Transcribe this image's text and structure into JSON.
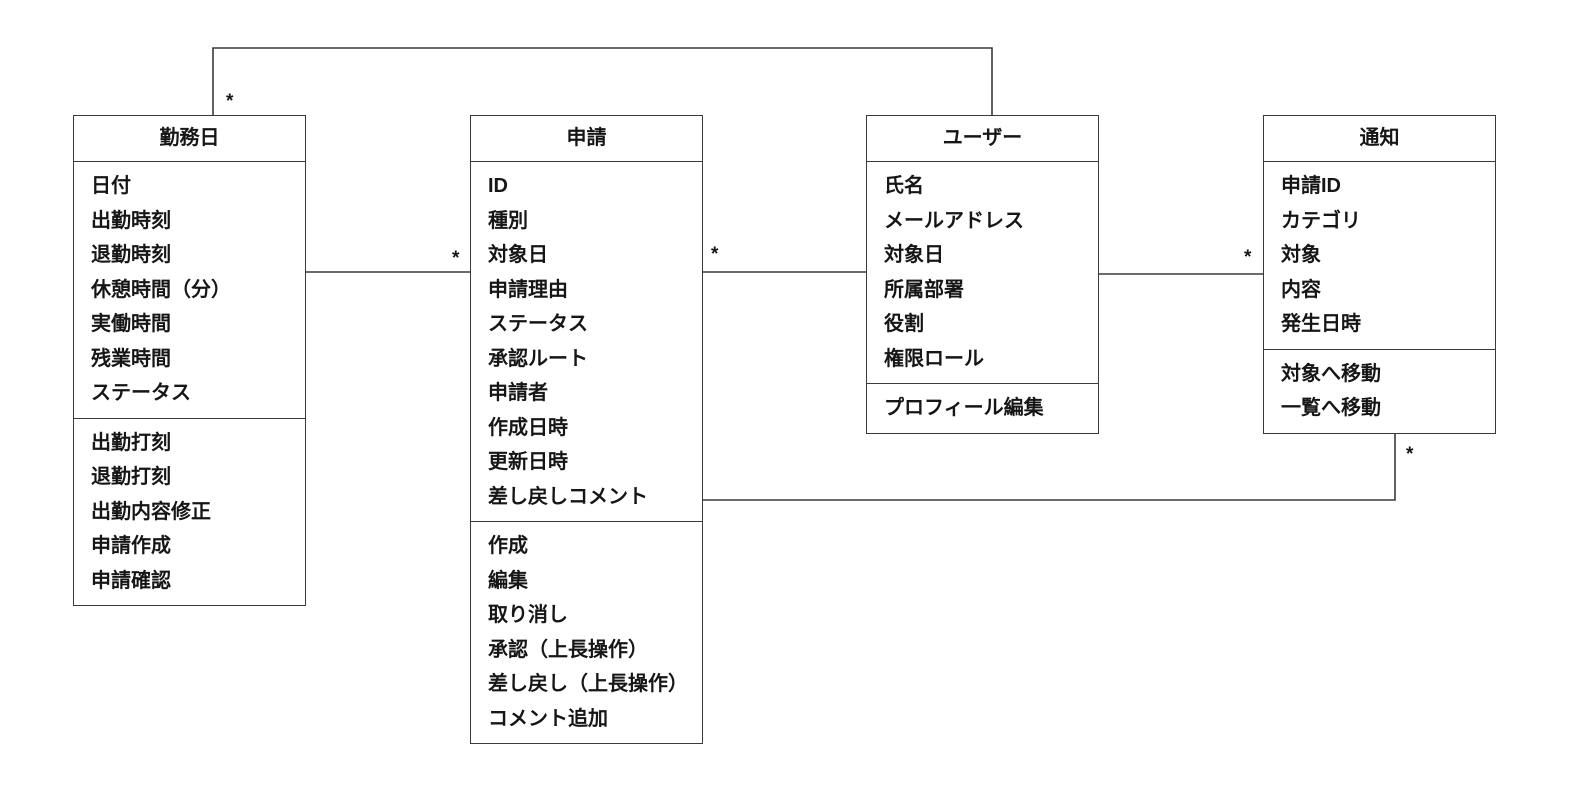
{
  "diagram": {
    "background_color": "#ffffff",
    "line_color": "#3a3a3a",
    "text_color": "#161616"
  },
  "classes": [
    {
      "id": "workday",
      "title": "勤務日",
      "attributes": [
        "日付",
        "出勤時刻",
        "退勤時刻",
        "休憩時間（分）",
        "実働時間",
        "残業時間",
        "ステータス"
      ],
      "methods": [
        "出勤打刻",
        "退勤打刻",
        "出勤内容修正",
        "申請作成",
        "申請確認"
      ]
    },
    {
      "id": "application",
      "title": "申請",
      "attributes": [
        "ID",
        "種別",
        "対象日",
        "申請理由",
        "ステータス",
        "承認ルート",
        "申請者",
        "作成日時",
        "更新日時",
        "差し戻しコメント"
      ],
      "methods": [
        "作成",
        "編集",
        "取り消し",
        "承認（上長操作）",
        "差し戻し（上長操作）",
        "コメント追加"
      ]
    },
    {
      "id": "user",
      "title": "ユーザー",
      "attributes": [
        "氏名",
        "メールアドレス",
        "対象日",
        "所属部署",
        "役割",
        "権限ロール"
      ],
      "methods": [
        "プロフィール編集"
      ]
    },
    {
      "id": "notification",
      "title": "通知",
      "attributes": [
        "申請ID",
        "カテゴリ",
        "対象",
        "内容",
        "発生日時"
      ],
      "methods": [
        "対象へ移動",
        "一覧へ移動"
      ]
    }
  ],
  "relationships": [
    {
      "from": "勤務日",
      "to": "ユーザー",
      "multiplicity": "*"
    },
    {
      "from": "勤務日",
      "to": "申請",
      "multiplicity": "*"
    },
    {
      "from": "申請",
      "to": "ユーザー",
      "multiplicity": "*"
    },
    {
      "from": "ユーザー",
      "to": "通知",
      "multiplicity": "*"
    },
    {
      "from": "申請",
      "to": "通知",
      "multiplicity": "*"
    }
  ]
}
